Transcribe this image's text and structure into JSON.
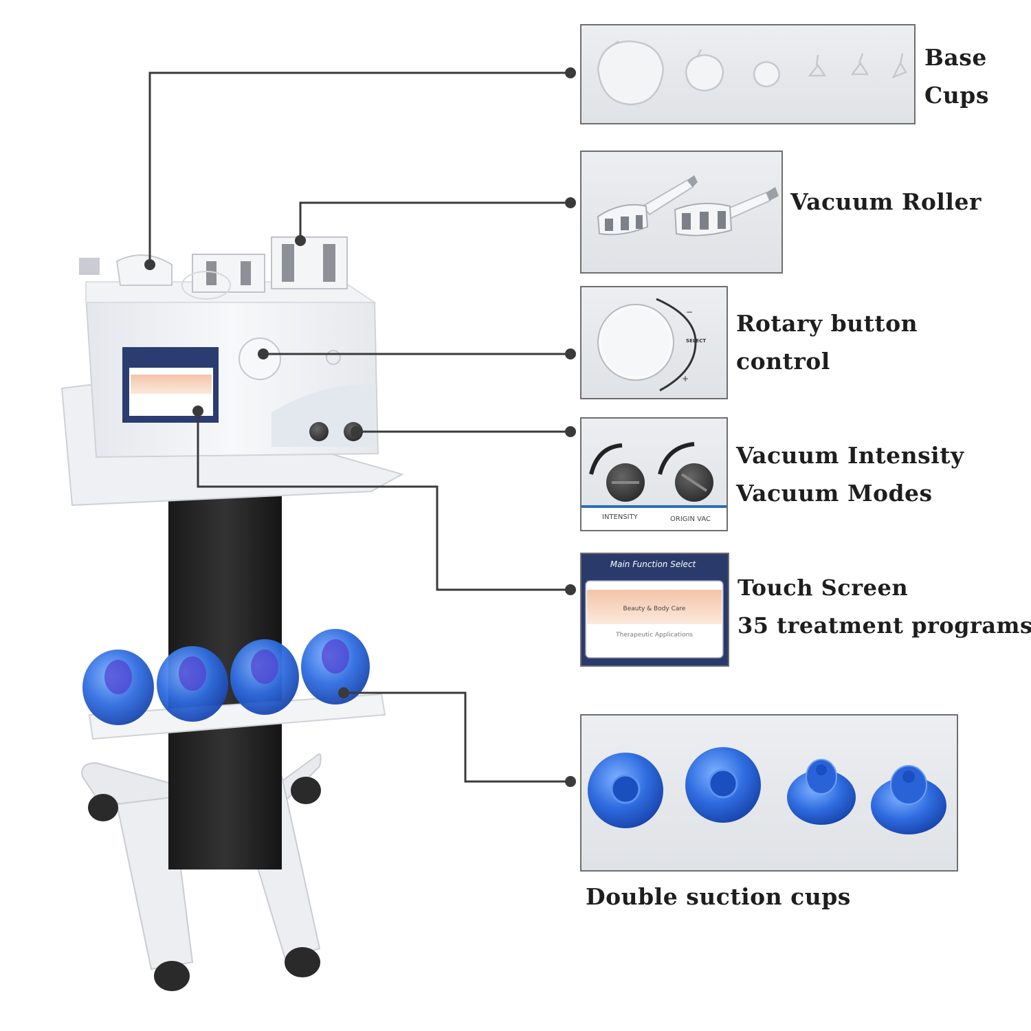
{
  "callouts": {
    "base_cups": {
      "line1": "Base",
      "line2": "Cups"
    },
    "vacuum_roller": {
      "line1": "Vacuum Roller"
    },
    "rotary_button": {
      "line1": "Rotary button",
      "line2": "control",
      "knob_label": "SELECT"
    },
    "vacuum_knobs": {
      "line1": "Vacuum Intensity",
      "line2": "Vacuum Modes",
      "knob_left_label": "INTENSITY",
      "knob_right_label": "ORIGIN VAC"
    },
    "touch_screen": {
      "line1": "Touch Screen",
      "line2": "35 treatment programs",
      "screen_title": "Main Function Select",
      "option1": "Beauty & Body Care",
      "option2": "Therapeutic Applications"
    },
    "double_cups": {
      "line1": "Double suction cups"
    }
  },
  "colors": {
    "leader_line": "#3a3a3a",
    "panel_border": "#6e6e6e",
    "cup_blue": "#1f5fd6",
    "screen_frame": "#2a3a6a"
  }
}
